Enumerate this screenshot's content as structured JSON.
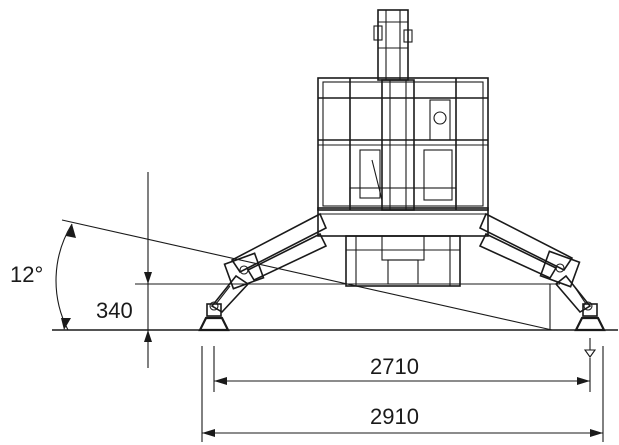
{
  "dimensions": {
    "angle_label": "12°",
    "height_label": "340",
    "inner_width_label": "2710",
    "outer_width_label": "2910"
  }
}
